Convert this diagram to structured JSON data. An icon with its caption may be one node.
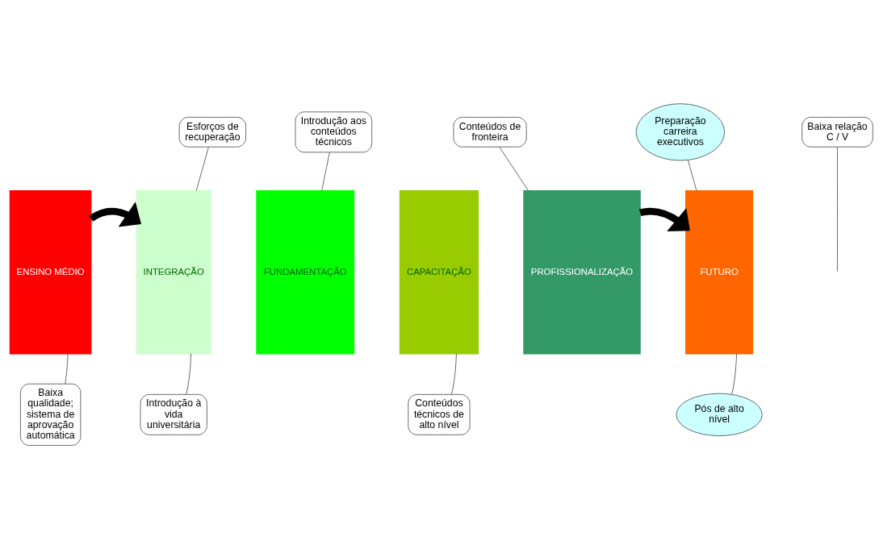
{
  "diagram": {
    "nodes": [
      {
        "text": [
          "ENSINO MÉDIO"
        ]
      },
      {
        "text": [
          "INTEGRAÇÃO"
        ]
      },
      {
        "text": [
          "FUNDAMENTAÇÃO"
        ]
      },
      {
        "text": [
          "CAPACITAÇÃO"
        ]
      },
      {
        "text": [
          "PROFISSIONALIZAÇÃO"
        ]
      },
      {
        "text": [
          "FUTURO"
        ]
      },
      {
        "text": [
          "Baixa relação C / V"
        ]
      },
      {
        "text": [
          "Esforços de recuperação"
        ]
      },
      {
        "text": [
          "Introdução aos conteúdos técnicos"
        ]
      },
      {
        "text": [
          "Conteúdos de fronteira"
        ]
      },
      {
        "text": [
          "Preparação carreira executivos"
        ]
      },
      {
        "text": [
          "Baixa qualidade; sistema de aprovação automática"
        ]
      },
      {
        "text": [
          "Introdução à vida universitária"
        ]
      },
      {
        "text": [
          "Conteúdos técnicos de alto nível"
        ]
      },
      {
        "text": [
          "Pós de alto nível"
        ]
      }
    ],
    "edges": [
      {
        "from": 0,
        "to": 1,
        "arrow": "to",
        "style": "thick"
      },
      {
        "from": 4,
        "to": 5,
        "arrow": "to",
        "style": "thick"
      },
      {
        "from": 6,
        "to": null,
        "arrow": "none"
      },
      {
        "from": 7,
        "to": 1,
        "arrow": "none"
      },
      {
        "from": 8,
        "to": 2,
        "arrow": "none"
      },
      {
        "from": 9,
        "to": 4,
        "arrow": "none"
      },
      {
        "from": 10,
        "to": 5,
        "arrow": "none"
      },
      {
        "from": 11,
        "to": 0,
        "arrow": "none"
      },
      {
        "from": 12,
        "to": 1,
        "arrow": "none"
      },
      {
        "from": 13,
        "to": 3,
        "arrow": "none"
      },
      {
        "from": 14,
        "to": 5,
        "arrow": "none"
      }
    ]
  }
}
